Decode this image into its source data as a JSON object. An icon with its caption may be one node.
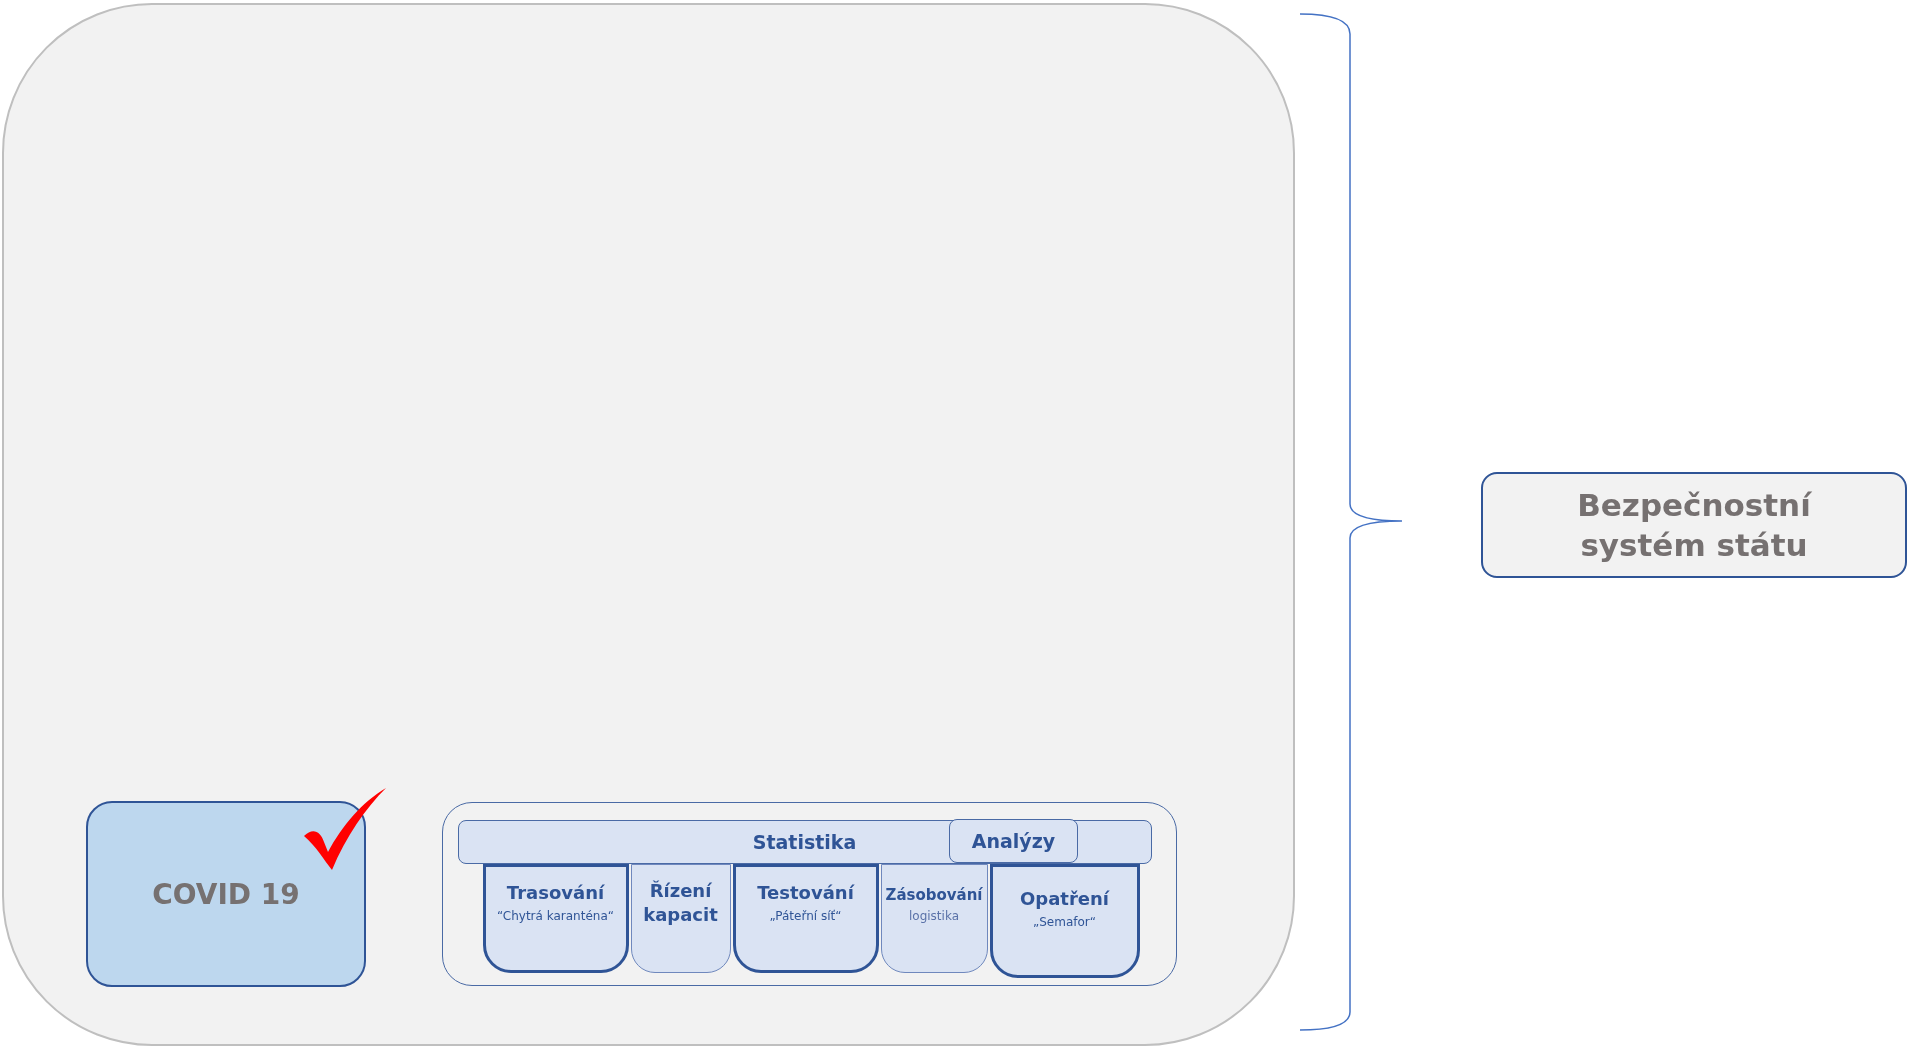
{
  "diagram": {
    "nodes": [
      {
        "text": [],
        "shape": "box"
      },
      {
        "text": [
          "COVID 19"
        ],
        "in": 0
      },
      {
        "text": [],
        "shape": "box",
        "in": 0
      },
      {
        "text": [
          "Statistika"
        ],
        "in": 2
      },
      {
        "text": [
          "Analýzy"
        ],
        "in": 3
      },
      {
        "text": [
          "Trasování",
          "“Chytrá karanténa“"
        ],
        "in": 2
      },
      {
        "text": [
          "Řízení kapacit"
        ],
        "in": 2
      },
      {
        "text": [
          "Testování",
          "„Páteřní síť“"
        ],
        "in": 2
      },
      {
        "text": [
          "Zásobování",
          "logistika"
        ],
        "in": 2
      },
      {
        "text": [
          "Opatření",
          "„Semafor“"
        ],
        "in": 2
      },
      {
        "text": [
          "Bezpečnostní systém státu"
        ]
      }
    ]
  }
}
